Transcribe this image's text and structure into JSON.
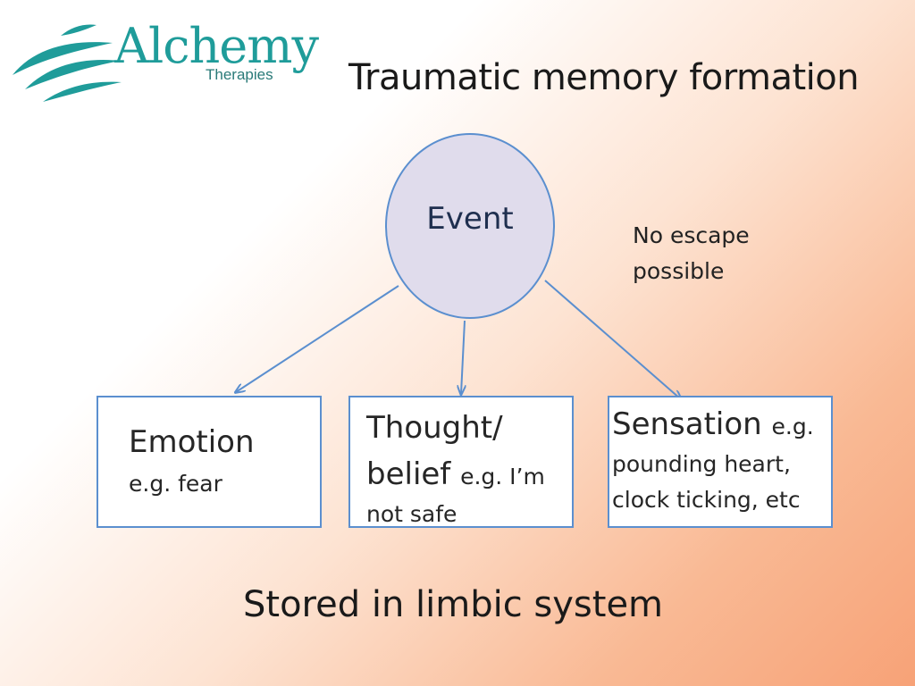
{
  "logo": {
    "name": "Alchemy",
    "subtitle": "Therapies",
    "color": "#1f9c9a"
  },
  "title": "Traumatic memory formation",
  "event": {
    "label": "Event"
  },
  "note": [
    "No escape",
    "possible"
  ],
  "boxes": {
    "emotion": {
      "heading": "Emotion",
      "example": "e.g. fear"
    },
    "thought": {
      "heading_line1": "Thought/",
      "heading_line2": "belief",
      "example_inline": "e.g. I’m",
      "example_cont": "not safe"
    },
    "sensation": {
      "heading": "Sensation",
      "example_inline": "e.g.",
      "line2": "pounding heart,",
      "line3": "clock ticking, etc"
    }
  },
  "footer": "Stored in limbic system",
  "colors": {
    "accent": "#5b8fcf",
    "circle_fill": "#e0dcec",
    "teal": "#1f9c9a"
  }
}
